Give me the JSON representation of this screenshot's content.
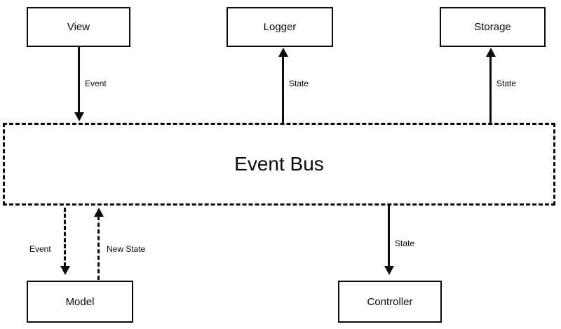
{
  "diagram": {
    "bus": {
      "label": "Event Bus"
    },
    "boxes": {
      "view": {
        "label": "View"
      },
      "logger": {
        "label": "Logger"
      },
      "storage": {
        "label": "Storage"
      },
      "model": {
        "label": "Model"
      },
      "controller": {
        "label": "Controller"
      }
    },
    "arrows": {
      "view_to_bus": {
        "label": "Event",
        "style": "solid",
        "direction": "down"
      },
      "bus_to_logger": {
        "label": "State",
        "style": "solid",
        "direction": "up"
      },
      "bus_to_storage": {
        "label": "State",
        "style": "solid",
        "direction": "up"
      },
      "bus_to_model": {
        "label": "Event",
        "style": "dashed",
        "direction": "down"
      },
      "model_to_bus": {
        "label": "New State",
        "style": "dashed",
        "direction": "up"
      },
      "bus_to_controller": {
        "label": "State",
        "style": "solid",
        "direction": "down"
      }
    },
    "colors": {
      "stroke": "#0a0a0a",
      "background": "#ffffff"
    }
  }
}
